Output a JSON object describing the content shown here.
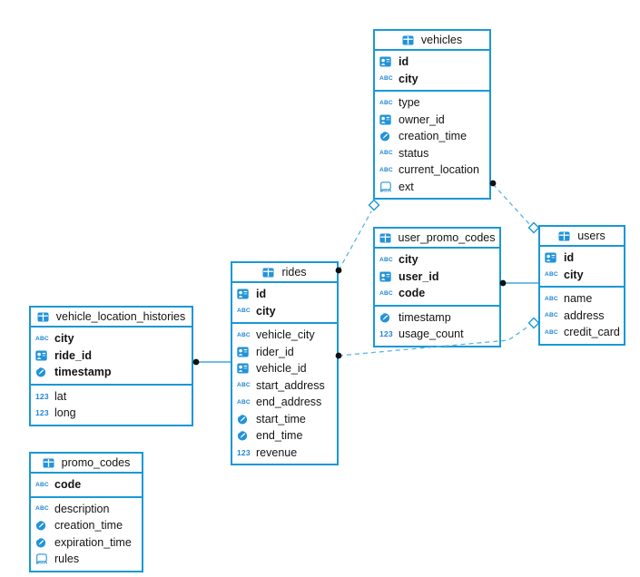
{
  "colors": {
    "table_border": "#1a98d5",
    "icon_blue": "#2293d8",
    "dashed_line": "#5fb3e4",
    "solid_line": "#1a98d5",
    "endpoint_dot": "#101010",
    "background": "#ffffff",
    "text": "#141414"
  },
  "icons": {
    "text_glyph": "ABC",
    "num_glyph": "123"
  },
  "tables": [
    {
      "name": "vehicles",
      "pk": [
        {
          "name": "id",
          "icon": "user-id-icon"
        },
        {
          "name": "city",
          "icon": "text-icon"
        }
      ],
      "cols": [
        {
          "name": "type",
          "icon": "text-icon"
        },
        {
          "name": "owner_id",
          "icon": "user-id-icon"
        },
        {
          "name": "creation_time",
          "icon": "clock-icon"
        },
        {
          "name": "status",
          "icon": "text-icon"
        },
        {
          "name": "current_location",
          "icon": "text-icon"
        },
        {
          "name": "ext",
          "icon": "json-icon"
        }
      ]
    },
    {
      "name": "rides",
      "pk": [
        {
          "name": "id",
          "icon": "user-id-icon"
        },
        {
          "name": "city",
          "icon": "text-icon"
        }
      ],
      "cols": [
        {
          "name": "vehicle_city",
          "icon": "text-icon"
        },
        {
          "name": "rider_id",
          "icon": "user-id-icon"
        },
        {
          "name": "vehicle_id",
          "icon": "user-id-icon"
        },
        {
          "name": "start_address",
          "icon": "text-icon"
        },
        {
          "name": "end_address",
          "icon": "text-icon"
        },
        {
          "name": "start_time",
          "icon": "clock-icon"
        },
        {
          "name": "end_time",
          "icon": "clock-icon"
        },
        {
          "name": "revenue",
          "icon": "number-icon"
        }
      ]
    },
    {
      "name": "users",
      "pk": [
        {
          "name": "id",
          "icon": "user-id-icon"
        },
        {
          "name": "city",
          "icon": "text-icon"
        }
      ],
      "cols": [
        {
          "name": "name",
          "icon": "text-icon"
        },
        {
          "name": "address",
          "icon": "text-icon"
        },
        {
          "name": "credit_card",
          "icon": "text-icon"
        }
      ]
    },
    {
      "name": "user_promo_codes",
      "pk": [
        {
          "name": "city",
          "icon": "text-icon"
        },
        {
          "name": "user_id",
          "icon": "user-id-icon"
        },
        {
          "name": "code",
          "icon": "text-icon"
        }
      ],
      "cols": [
        {
          "name": "timestamp",
          "icon": "clock-icon"
        },
        {
          "name": "usage_count",
          "icon": "number-icon"
        }
      ]
    },
    {
      "name": "vehicle_location_histories",
      "pk": [
        {
          "name": "city",
          "icon": "text-icon"
        },
        {
          "name": "ride_id",
          "icon": "user-id-icon"
        },
        {
          "name": "timestamp",
          "icon": "clock-icon"
        }
      ],
      "cols": [
        {
          "name": "lat",
          "icon": "number-icon"
        },
        {
          "name": "long",
          "icon": "number-icon"
        }
      ]
    },
    {
      "name": "promo_codes",
      "pk": [
        {
          "name": "code",
          "icon": "text-icon"
        }
      ],
      "cols": [
        {
          "name": "description",
          "icon": "text-icon"
        },
        {
          "name": "creation_time",
          "icon": "clock-icon"
        },
        {
          "name": "expiration_time",
          "icon": "clock-icon"
        },
        {
          "name": "rules",
          "icon": "json-icon"
        }
      ]
    }
  ],
  "relations": [
    {
      "from": "vehicle_location_histories",
      "to": "rides",
      "line": "solid",
      "from_end": "dot",
      "to_end": "none"
    },
    {
      "from": "user_promo_codes",
      "to": "users",
      "line": "solid",
      "from_end": "dot",
      "to_end": "none"
    },
    {
      "from": "rides",
      "to": "vehicles",
      "line": "dashed",
      "from_end": "dot",
      "to_end": "diamond"
    },
    {
      "from": "rides",
      "to": "users",
      "line": "dashed",
      "from_end": "dot",
      "to_end": "diamond"
    },
    {
      "from": "vehicles",
      "to": "users",
      "line": "dashed",
      "from_end": "dot",
      "to_end": "diamond"
    }
  ]
}
